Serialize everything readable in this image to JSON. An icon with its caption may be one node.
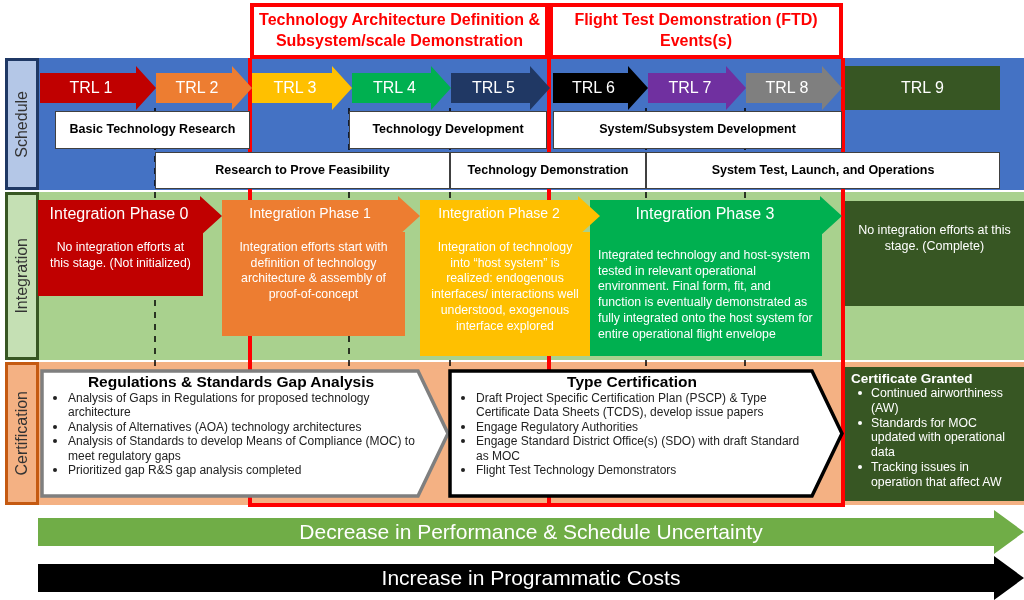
{
  "diagram": {
    "nodes": [
      {
        "text": [
          "Technology Architecture Definition & Subsystem/scale Demonstration"
        ]
      },
      {
        "text": [
          "Flight Test Demonstration (FTD) Events(s)"
        ]
      },
      {
        "text": [
          "Schedule"
        ]
      },
      {
        "text": [
          "TRL 1"
        ],
        "in": 2
      },
      {
        "text": [
          "TRL 2"
        ],
        "in": 2
      },
      {
        "text": [
          "TRL 3"
        ],
        "in": 2
      },
      {
        "text": [
          "TRL 4"
        ],
        "in": 2
      },
      {
        "text": [
          "TRL 5"
        ],
        "in": 2
      },
      {
        "text": [
          "TRL 6"
        ],
        "in": 2
      },
      {
        "text": [
          "TRL 7"
        ],
        "in": 2
      },
      {
        "text": [
          "TRL 8"
        ],
        "in": 2
      },
      {
        "text": [
          "TRL 9"
        ],
        "in": 2
      },
      {
        "text": [
          "Basic Technology Research"
        ],
        "in": 2
      },
      {
        "text": [
          "Technology Development"
        ],
        "in": 2
      },
      {
        "text": [
          "System/Subsystem Development"
        ],
        "in": 2
      },
      {
        "text": [
          "Research to Prove Feasibility"
        ],
        "in": 2
      },
      {
        "text": [
          "Technology Demonstration"
        ],
        "in": 2
      },
      {
        "text": [
          "System Test, Launch, and Operations"
        ],
        "in": 2
      },
      {
        "text": [
          "Integration"
        ]
      },
      {
        "text": [
          "Integration Phase 0",
          "No integration efforts at this stage. (Not initialized)"
        ],
        "in": 18
      },
      {
        "text": [
          "Integration Phase 1",
          "Integration efforts start with definition of technology architecture & assembly of proof-of-concept"
        ],
        "in": 18
      },
      {
        "text": [
          "Integration Phase 2",
          "Integration of technology into “host system” is realized: endogenous interfaces/ interactions well understood, exogenous interface explored"
        ],
        "in": 18
      },
      {
        "text": [
          "Integration Phase 3",
          "Integrated technology and host-system tested in relevant operational environment. Final form, fit, and function is eventually demonstrated as fully integrated onto the host system for entire operational flight envelope"
        ],
        "in": 18
      },
      {
        "text": [
          "No integration efforts at this stage. (Complete)"
        ],
        "in": 18
      },
      {
        "text": [
          "Certification"
        ]
      },
      {
        "text": [
          "Regulations & Standards Gap Analysis",
          "Analysis of Gaps in Regulations for proposed technology architecture",
          "Analysis of Alternatives (AOA) technology architectures",
          "Analysis of Standards to develop Means of Compliance (MOC) to meet regulatory gaps",
          "Prioritized gap R&S gap analysis completed"
        ],
        "in": 24
      },
      {
        "text": [
          "Type Certification",
          "Draft Project Specific Certification Plan (PSCP) & Type Certificate Data Sheets (TCDS), develop issue papers",
          "Engage Regulatory Authorities",
          "Engage Standard District Office(s) (SDO) with draft Standard as MOC",
          "Flight Test Technology Demonstrators"
        ],
        "in": 24
      },
      {
        "text": [
          "Certificate Granted",
          "Continued airworthiness (AW)",
          "Standards for MOC updated with operational data",
          "Tracking issues in operation that affect AW"
        ],
        "in": 24
      },
      {
        "text": [
          "Decrease in Performance & Schedule Uncertainty"
        ]
      },
      {
        "text": [
          "Increase in Programmatic Costs"
        ]
      }
    ]
  }
}
